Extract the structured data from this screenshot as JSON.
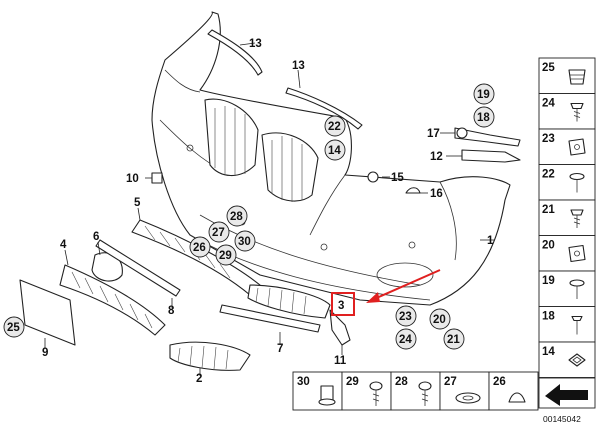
{
  "diagram": {
    "catalog_code": "00145042",
    "highlight_color": "#e02020",
    "highlighted_part": "3",
    "part_labels": {
      "p1": "1",
      "p2": "2",
      "p3": "3",
      "p4": "4",
      "p5": "5",
      "p6": "6",
      "p7": "7",
      "p8": "8",
      "p9": "9",
      "p10": "10",
      "p11": "11",
      "p12": "12",
      "p13a": "13",
      "p13b": "13",
      "p14": "14",
      "p15": "15",
      "p16": "16",
      "p17": "17",
      "p18": "18",
      "p19": "19",
      "p20": "20",
      "p21": "21",
      "p22": "22",
      "p23": "23",
      "p24": "24",
      "p25": "25",
      "p26": "26",
      "p27": "27",
      "p28": "28",
      "p29": "29",
      "p30": "30"
    },
    "side_column": [
      "25",
      "24",
      "23",
      "22",
      "21",
      "20",
      "19",
      "18",
      "14"
    ],
    "bottom_row": [
      "30",
      "29",
      "28",
      "27",
      "26"
    ]
  }
}
